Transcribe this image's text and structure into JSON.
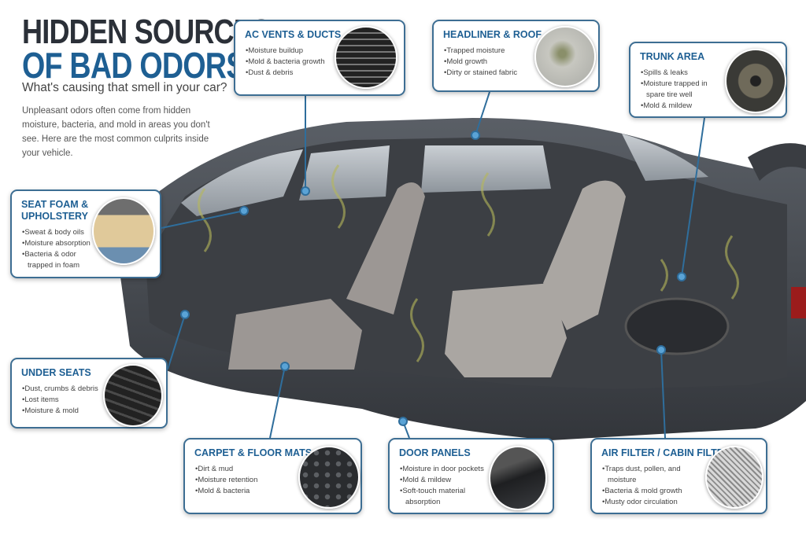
{
  "header": {
    "title_line1": "HIDDEN SOURCES",
    "title_line2": "OF BAD ODORS",
    "subtitle": "What's causing that smell in your car?",
    "intro": "Unpleasant odors often come from hidden moisture, bacteria, and mold in areas you don't see. Here are the most common culprits inside your vehicle."
  },
  "colors": {
    "title_dark": "#2b3038",
    "accent_blue": "#1e5f93",
    "border": "#3d6e93",
    "car_body": "#4a4e55"
  },
  "callouts": {
    "ac": {
      "title": "AC VENTS & DUCTS",
      "items": [
        "Moisture buildup",
        "Mold & bacteria growth",
        "Dust & debris"
      ],
      "icon": "air-vent-image"
    },
    "headliner": {
      "title": "HEADLINER & ROOF",
      "items": [
        "Trapped moisture",
        "Mold growth",
        "Dirty or stained fabric"
      ],
      "icon": "moldy-fabric-image"
    },
    "trunk": {
      "title": "TRUNK AREA",
      "items": [
        "Spills & leaks",
        "Moisture trapped in spare tire well",
        "Mold & mildew"
      ],
      "icon": "spare-tire-well-image"
    },
    "seat": {
      "title": "SEAT FOAM & UPHOLSTERY",
      "items": [
        "Sweat & body oils",
        "Moisture absorption",
        "Bacteria & odor trapped in foam"
      ],
      "icon": "seat-foam-image"
    },
    "under": {
      "title": "UNDER SEATS",
      "items": [
        "Dust, crumbs & debris",
        "Lost items",
        "Moisture & mold"
      ],
      "icon": "under-seat-image"
    },
    "carpet": {
      "title": "CARPET & FLOOR MATS",
      "items": [
        "Dirt & mud",
        "Moisture retention",
        "Mold & bacteria"
      ],
      "icon": "floor-mat-image"
    },
    "door": {
      "title": "DOOR PANELS",
      "items": [
        "Moisture in door pockets",
        "Mold & mildew",
        "Soft-touch material absorption"
      ],
      "icon": "door-pocket-image"
    },
    "filter": {
      "title": "AIR FILTER / CABIN FILTER",
      "items": [
        "Traps dust, pollen, and moisture",
        "Bacteria & mold growth",
        "Musty odor circulation"
      ],
      "icon": "cabin-filter-image"
    }
  }
}
